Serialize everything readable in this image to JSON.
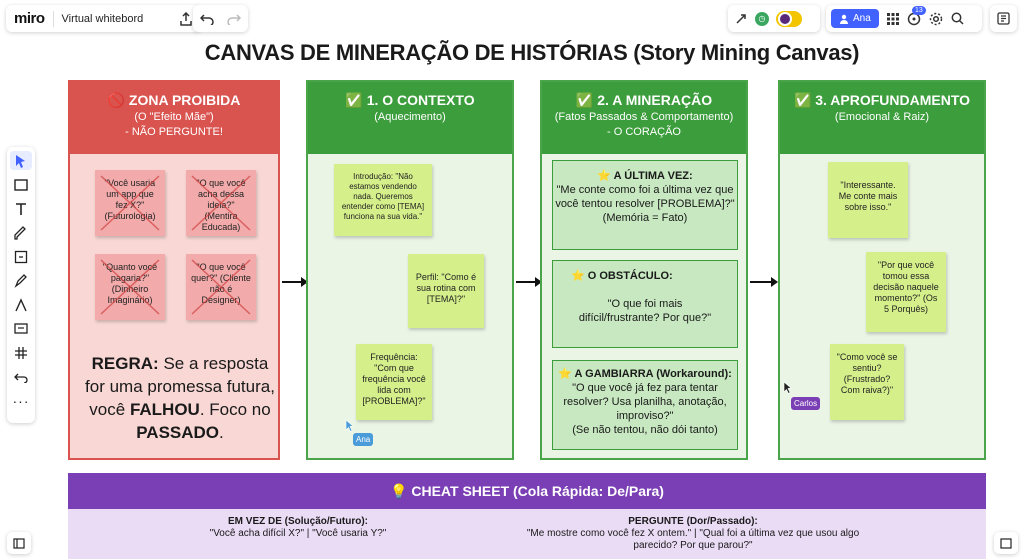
{
  "app": {
    "logo": "miro",
    "board_name": "Virtual whitebord"
  },
  "topbar": {
    "share_label": "Ana",
    "badge_count": "13"
  },
  "title": "CANVAS DE MINERAÇÃO DE HISTÓRIAS (Story Mining Canvas)",
  "zona": {
    "title": "🚫 ZONA PROIBIDA",
    "sub1": "(O \"Efeito Mãe\")",
    "sub2": "- NÃO PERGUNTE!",
    "notes": [
      {
        "text": "\"Você usaria um app que fez X?\" (Futurologia)"
      },
      {
        "text": "\"O que você acha dessa ideia?\" (Mentira Educada)"
      },
      {
        "text": "\"Quanto você pagaria?\" (Dinheiro Imaginário)"
      },
      {
        "text": "\"O que você quer?\" (Cliente não é Designer)"
      }
    ],
    "rule_label": "REGRA:",
    "rule_text1": " Se a resposta for uma promessa futura, você ",
    "rule_bold1": "FALHOU",
    "rule_text2": ". Foco no ",
    "rule_bold2": "PASSADO",
    "rule_text3": "."
  },
  "contexto": {
    "title": "✅ 1. O CONTEXTO",
    "sub": "(Aquecimento)",
    "notes": [
      {
        "text": "Introdução: \"Não estamos vendendo nada. Queremos entender como [TEMA] funciona na sua vida.\""
      },
      {
        "text": "Perfil: \"Como é sua rotina com [TEMA]?\""
      },
      {
        "text": "Frequência: \"Com que frequência você lida com [PROBLEMA]?\""
      }
    ]
  },
  "mineracao": {
    "title": "✅ 2. A MINERAÇÃO",
    "sub1": "(Fatos Passados & Comportamento)",
    "sub2": "- O CORAÇÃO",
    "blocks": [
      {
        "title": "⭐ A ÚLTIMA VEZ:",
        "text": "\"Me conte como foi a última vez que você tentou resolver [PROBLEMA]?\"",
        "note": "(Memória = Fato)"
      },
      {
        "title": "⭐ O OBSTÁCULO:",
        "text": "\"O que foi mais difícil/frustrante? Por que?\"",
        "note": ""
      },
      {
        "title": "⭐ A GAMBIARRA (Workaround):",
        "text": "\"O que você já fez para tentar resolver? Usa planilha, anotação, improviso?\"",
        "note": "(Se não tentou, não dói tanto)"
      }
    ]
  },
  "aprofundamento": {
    "title": "✅ 3. APROFUNDAMENTO",
    "sub": "(Emocional & Raiz)",
    "notes": [
      {
        "text": "\"Interessante. Me conte mais sobre isso.\""
      },
      {
        "text": "\"Por que você tomou essa decisão naquele momento?\" (Os 5 Porquês)"
      },
      {
        "text": "\"Como você se sentiu? (Frustrado? Com raiva?)\""
      }
    ]
  },
  "cheat": {
    "title": "💡 CHEAT SHEET (Cola Rápida: De/Para)",
    "left_head": "EM VEZ DE (Solução/Futuro):",
    "left_text": "\"Você acha difícil X?\" | \"Você usaria Y?\"",
    "right_head": "PERGUNTE (Dor/Passado):",
    "right_text": "\"Me mostre como você fez X ontem.\" | \"Qual foi a última vez que usou algo parecido? Por que parou?\""
  },
  "cursors": {
    "ana": "Ana",
    "carlos": "Carlos"
  },
  "colors": {
    "green": "#3c9d3c",
    "red": "#d9534f",
    "purple": "#7b3fb5",
    "sticky_green": "#d5f08b",
    "sticky_red": "#f2aaaa",
    "accent": "#4262ff"
  }
}
